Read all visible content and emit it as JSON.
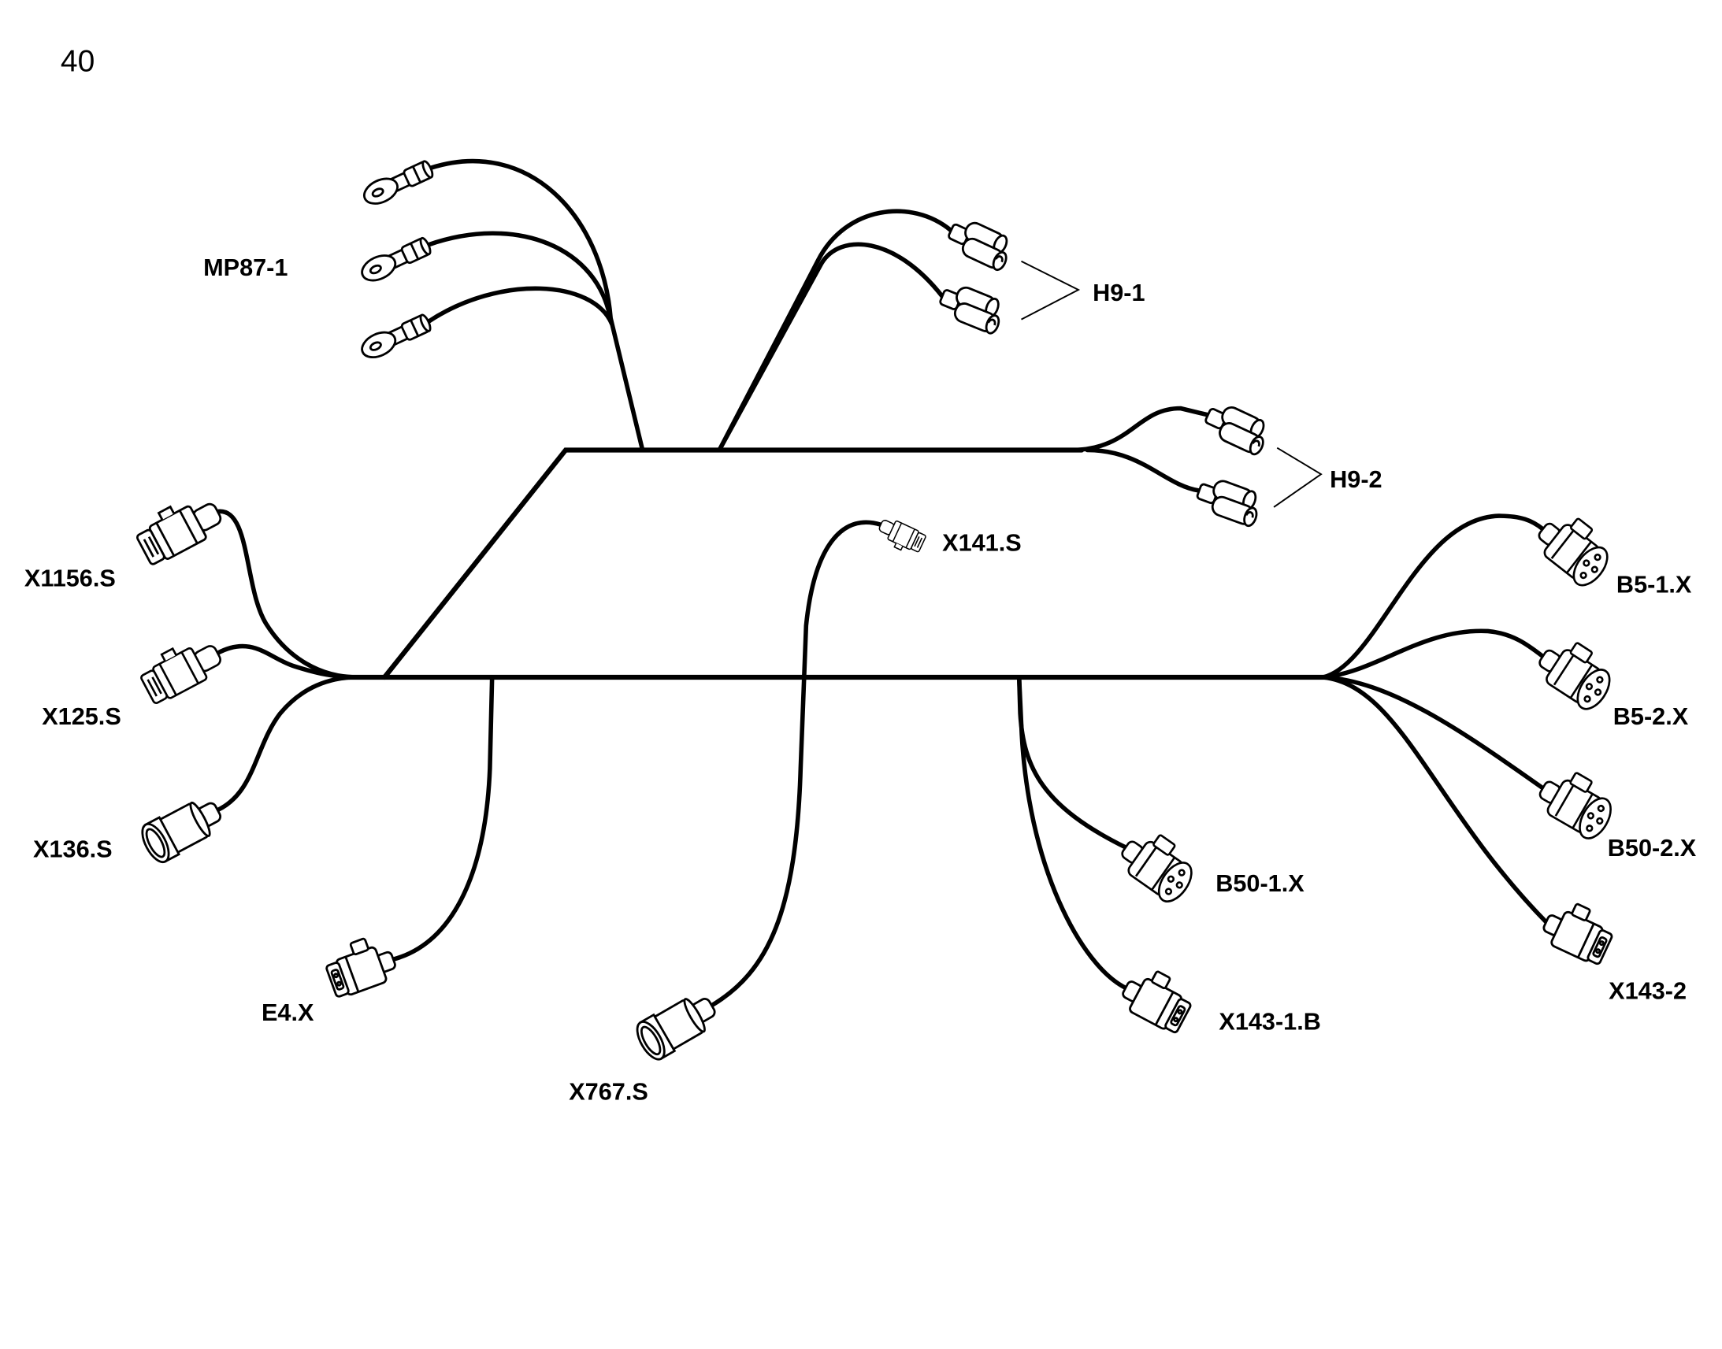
{
  "page_number": "40",
  "colors": {
    "line": "#000000",
    "background": "#ffffff"
  },
  "components": {
    "mp87_1": "MP87-1",
    "h9_1": "H9-1",
    "h9_2": "H9-2",
    "x141_s": "X141.S",
    "x1156_s": "X1156.S",
    "x125_s": "X125.S",
    "x136_s": "X136.S",
    "e4_x": "E4.X",
    "x767_s": "X767.S",
    "b50_1_x": "B50-1.X",
    "x143_1_b": "X143-1.B",
    "b5_1_x": "B5-1.X",
    "b5_2_x": "B5-2.X",
    "b50_2_x": "B50-2.X",
    "x143_2": "X143-2"
  }
}
